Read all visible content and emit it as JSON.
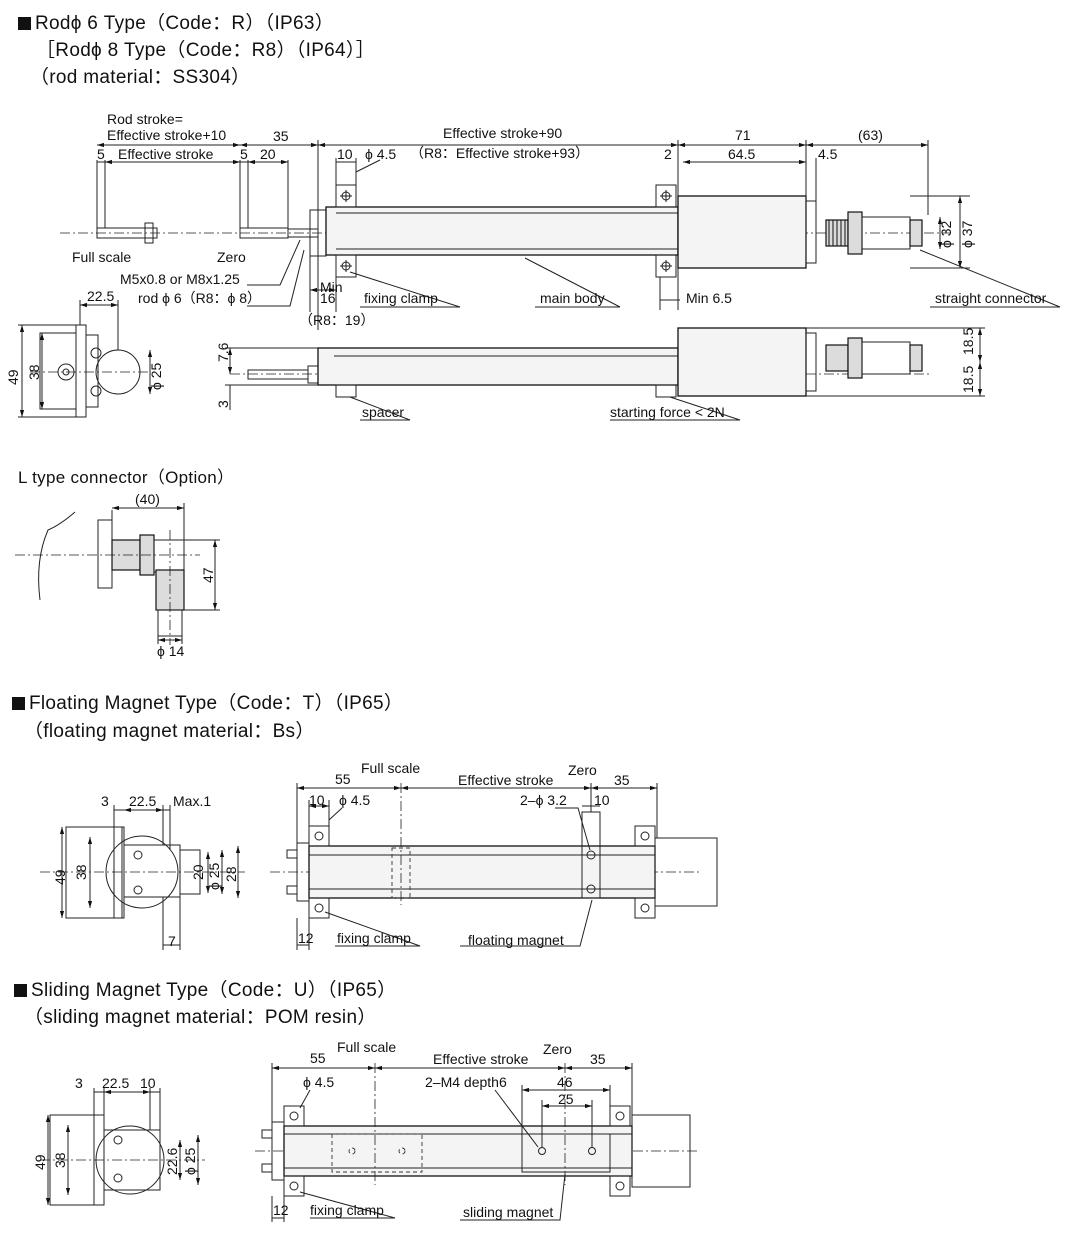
{
  "sections": {
    "rod": {
      "title": "Rodϕ 6 Type（Code：R）（IP63）",
      "subtitle": "［Rodϕ 8 Type（Code：R8）（IP64）］",
      "material": "（rod material：SS304）"
    },
    "lconn": {
      "title": "L type connector（Option）"
    },
    "floating": {
      "title": "Floating Magnet Type（Code：T）（IP65）",
      "material": "（floating magnet material：Bs）"
    },
    "sliding": {
      "title": "Sliding Magnet Type（Code：U）（IP65）",
      "material": "（sliding magnet material：POM resin）"
    }
  },
  "rod_labels": {
    "rod_stroke": "Rod stroke=",
    "rod_stroke2": "Effective stroke+10",
    "d5a": "5",
    "eff": "Effective stroke",
    "d5b": "5",
    "d35": "35",
    "d20": "20",
    "eff90": "Effective stroke+90",
    "eff93": "（R8：Effective stroke+93）",
    "d10": "10",
    "phi45": "ϕ 4.5",
    "d2": "2",
    "d71": "71",
    "d645": "64.5",
    "d63": "(63)",
    "d45": "4.5",
    "phi32": "ϕ 32",
    "phi37": "ϕ 37",
    "full_scale": "Full scale",
    "zero": "Zero",
    "thread": "M5x0.8 or M8x1.25",
    "rod_dia": "rod ϕ 6（R8：ϕ 8）",
    "min": "Min",
    "d16": "16",
    "r819": "（R8：19）",
    "fixing_clamp": "fixing clamp",
    "main_body": "main body",
    "min65": "Min 6.5",
    "straight_connector": "straight connector",
    "d225": "22.5",
    "d49": "49",
    "d38": "38",
    "phi25": "ϕ 25",
    "d76": "7.6",
    "d3": "3",
    "spacer": "spacer",
    "starting_force": "starting force < 2N",
    "d185a": "18.5",
    "d185b": "18.5"
  },
  "lconn_labels": {
    "d40": "(40)",
    "d47": "47",
    "phi14": "ϕ 14"
  },
  "float_labels": {
    "d3": "3",
    "d225": "22.5",
    "max1": "Max.1",
    "d49": "49",
    "d38": "38",
    "d20": "20",
    "phi25": "ϕ 25",
    "d28": "28",
    "d7": "7",
    "full_scale": "Full scale",
    "d55": "55",
    "eff": "Effective stroke",
    "zero": "Zero",
    "d35": "35",
    "d10a": "10",
    "phi45": "ϕ 4.5",
    "hole": "2–ϕ 3.2",
    "d10b": "10",
    "d12": "12",
    "fixing_clamp": "fixing clamp",
    "floating_magnet": "floating magnet"
  },
  "slide_labels": {
    "d3": "3",
    "d225": "22.5",
    "d10": "10",
    "d49": "49",
    "d38": "38",
    "d226": "22.6",
    "phi25": "ϕ 25",
    "full_scale": "Full scale",
    "d55": "55",
    "eff": "Effective stroke",
    "zero": "Zero",
    "d35": "35",
    "phi45": "ϕ 4.5",
    "tap": "2–M4 depth6",
    "d46": "46",
    "d25": "25",
    "d12": "12",
    "fixing_clamp": "fixing clamp",
    "sliding_magnet": "sliding magnet"
  }
}
